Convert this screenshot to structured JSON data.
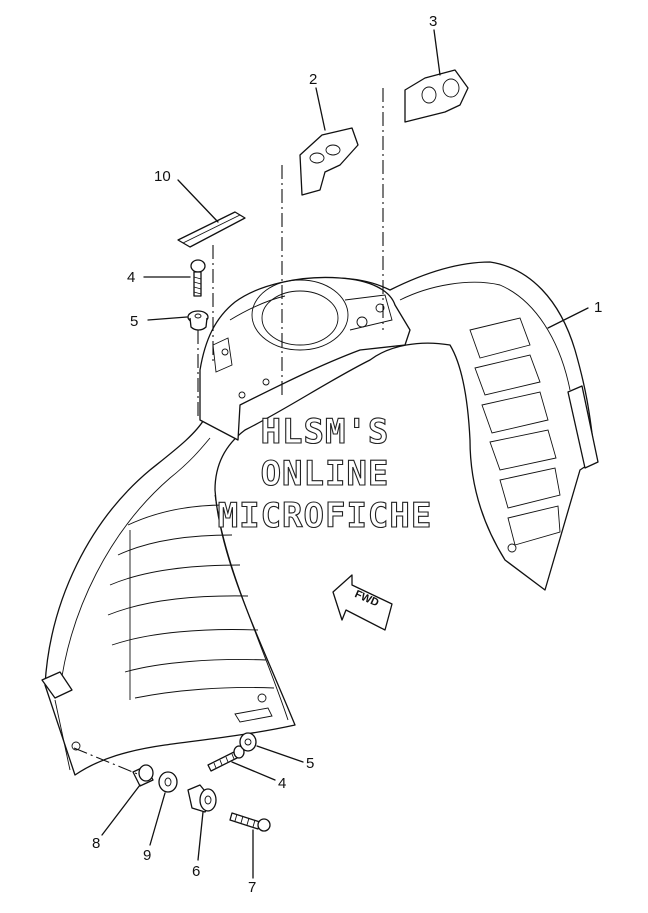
{
  "callouts": {
    "c1": "1",
    "c2": "2",
    "c3": "3",
    "c4_top": "4",
    "c5_top": "5",
    "c10": "10",
    "c4_bottom": "4",
    "c5_bottom": "5",
    "c6": "6",
    "c7": "7",
    "c8": "8",
    "c9": "9"
  },
  "watermark": {
    "line1": "HLSM'S",
    "line2": "ONLINE",
    "line3": "MICROFICHE"
  },
  "direction_arrow": {
    "label": "FWD"
  }
}
